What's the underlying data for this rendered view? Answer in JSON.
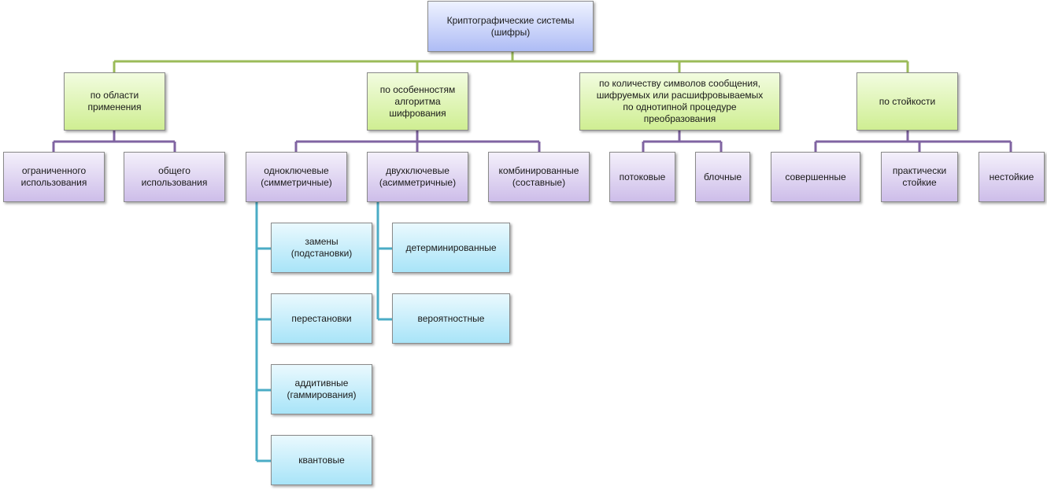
{
  "colors": {
    "connector_level1": "#9bbb59",
    "connector_level2": "#8064a2",
    "connector_level3": "#4bacc6"
  },
  "root": {
    "label": "Криптографические  системы\n(шифры)"
  },
  "categories": [
    {
      "label": "по области\nприменения",
      "children": [
        {
          "label": "ограниченного\nиспользования"
        },
        {
          "label": "общего\nиспользования"
        }
      ]
    },
    {
      "label": "по особенностям\nалгоритма\nшифрования",
      "children": [
        {
          "label": "одноключевые\n(симметричные)",
          "children": [
            {
              "label": "замены\n(подстановки)"
            },
            {
              "label": "перестановки"
            },
            {
              "label": "аддитивные\n(гаммирования)"
            },
            {
              "label": "квантовые"
            }
          ]
        },
        {
          "label": "двухключевые\n(асимметричные)",
          "children": [
            {
              "label": "детерминированные"
            },
            {
              "label": "вероятностные"
            }
          ]
        },
        {
          "label": "комбинированные\n(составные)"
        }
      ]
    },
    {
      "label": "по количеству  символов  сообщения,\nшифруемых  или  расшифровываемых\nпо однотипной  процедуре\nпреобразования",
      "children": [
        {
          "label": "потоковые"
        },
        {
          "label": "блочные"
        }
      ]
    },
    {
      "label": "по стойкости",
      "children": [
        {
          "label": "совершенные"
        },
        {
          "label": "практически\nстойкие"
        },
        {
          "label": "нестойкие"
        }
      ]
    }
  ]
}
